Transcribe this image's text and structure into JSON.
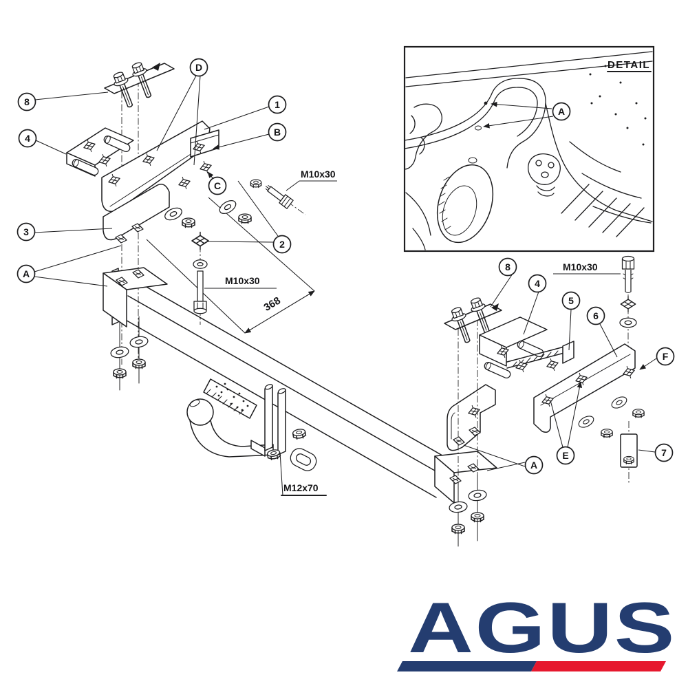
{
  "drawing": {
    "detail_title": "DETAIL",
    "dimension_368": "368",
    "bolt_label_m10x30": "M10x30",
    "bolt_label_m12x70": "M12x70"
  },
  "callouts": {
    "left": [
      "8",
      "4",
      "3",
      "A",
      "D",
      "1",
      "B",
      "C",
      "2"
    ],
    "right": [
      "8",
      "4",
      "5",
      "6",
      "F",
      "E",
      "A",
      "7"
    ],
    "detail": [
      "A"
    ]
  },
  "logo": {
    "text": "AGUS",
    "navy": "#243d70",
    "red": "#e6182e"
  },
  "colors": {
    "line": "#1d1d1f",
    "background": "#ffffff"
  }
}
